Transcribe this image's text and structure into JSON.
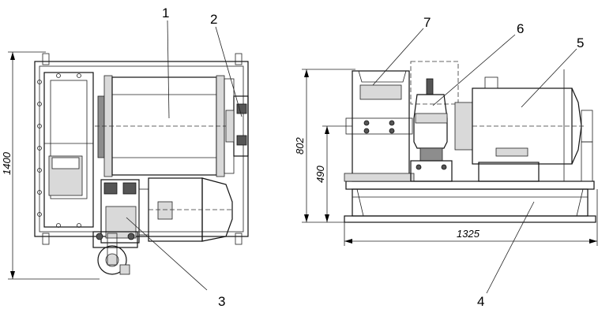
{
  "callouts": {
    "c1": "1",
    "c2": "2",
    "c3": "3",
    "c4": "4",
    "c5": "5",
    "c6": "6",
    "c7": "7"
  },
  "dimensions": {
    "height_total": "1400",
    "height_side": "802",
    "height_axis": "490",
    "length": "1325"
  }
}
